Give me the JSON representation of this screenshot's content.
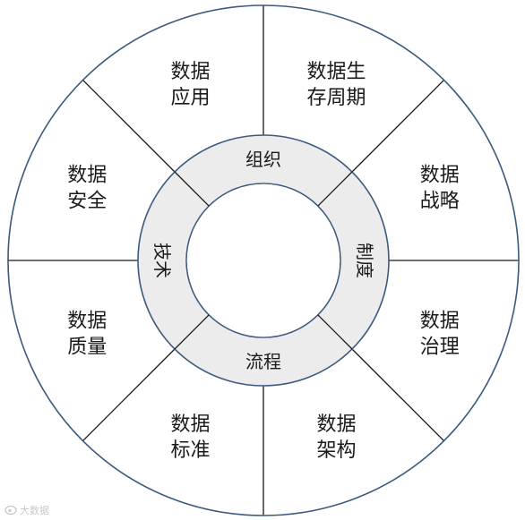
{
  "colors": {
    "outline": "#3c5a7e",
    "spoke": "#1a1a1a",
    "ring_fill": "#ececec",
    "background": "#ffffff",
    "text": "#1a1a1a"
  },
  "segments": [
    {
      "id": "lifecycle",
      "lines": [
        "数据生",
        "存周期"
      ]
    },
    {
      "id": "strategy",
      "lines": [
        "数据",
        "战略"
      ]
    },
    {
      "id": "governance",
      "lines": [
        "数据",
        "治理"
      ]
    },
    {
      "id": "architecture",
      "lines": [
        "数据",
        "架构"
      ]
    },
    {
      "id": "standard",
      "lines": [
        "数据",
        "标准"
      ]
    },
    {
      "id": "quality",
      "lines": [
        "数据",
        "质量"
      ]
    },
    {
      "id": "security",
      "lines": [
        "数据",
        "安全"
      ]
    },
    {
      "id": "application",
      "lines": [
        "数据",
        "应用"
      ]
    }
  ],
  "ring": {
    "top": "组织",
    "right": "制度",
    "bottom": "流程",
    "left": "技术"
  },
  "watermark": {
    "icon": "weibo-icon",
    "text": "大数据"
  }
}
